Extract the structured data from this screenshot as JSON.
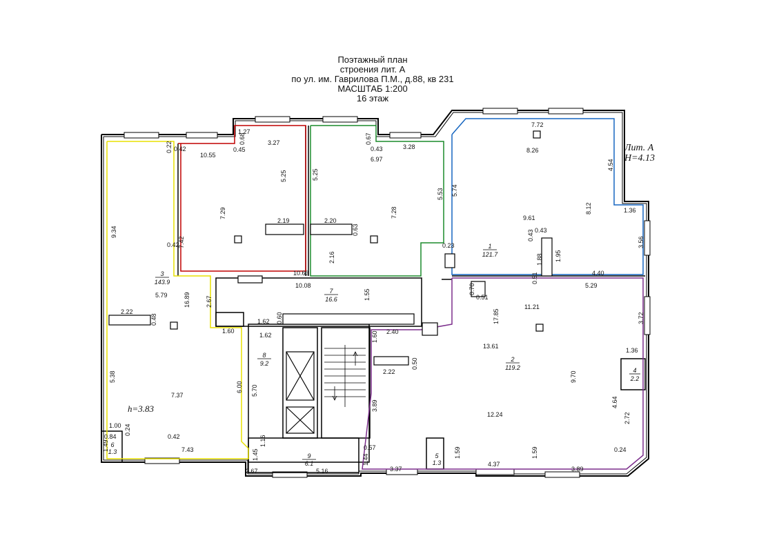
{
  "title": {
    "line1": "Поэтажный план",
    "line2": "строения лит. А",
    "line3": "по  ул. им. Гаврилова П.М., д.88, кв 231",
    "line4": "МАСШТАБ   1:200",
    "line5": "16 этаж"
  },
  "building_label": {
    "line1": "Лит. А",
    "line2": "H=4.13"
  },
  "height_note": "h=3.83",
  "colors": {
    "red": "#c00000",
    "green": "#1a8a2a",
    "blue": "#1565c0",
    "purple": "#7b2d8b",
    "yellow": "#e8e000",
    "wall": "#000000"
  },
  "rooms": [
    {
      "num": "1",
      "area": "121.7"
    },
    {
      "num": "2",
      "area": "119.2"
    },
    {
      "num": "3",
      "area": "143.9"
    },
    {
      "num": "4",
      "area": "2.2"
    },
    {
      "num": "5",
      "area": "1.3"
    },
    {
      "num": "6",
      "area": "1.3"
    },
    {
      "num": "7",
      "area": "16.6"
    },
    {
      "num": "8",
      "area": "9.2"
    },
    {
      "num": "9",
      "area": "6.1"
    }
  ],
  "dims": {
    "d1": "1.27",
    "d2": "3.27",
    "d3": "0.68",
    "d4": "0.45",
    "d5": "10.55",
    "d6": "0.22",
    "d7": "0.42",
    "d8": "5.25",
    "d9": "5.25",
    "d10": "7.29",
    "d11": "2.19",
    "d12": "2.20",
    "d13": "0.67",
    "d14": "0.43",
    "d15": "3.28",
    "d16": "6.97",
    "d17": "7.28",
    "d18": "0.63",
    "d19": "5.53",
    "d20": "5.74",
    "d21": "7.72",
    "d22": "8.26",
    "d23": "4.54",
    "d24": "9.61",
    "d25": "8.12",
    "d26": "1.36",
    "d27": "3.56",
    "d28": "0.43",
    "d29": "0.43",
    "d30": "1.88",
    "d31": "1.95",
    "d32": "4.40",
    "d33": "0.23",
    "d34": "2.16",
    "d35": "9.34",
    "d36": "0.42",
    "d37": "7.42",
    "d38": "10.63",
    "d39": "10.08",
    "d40": "1.55",
    "d41": "5.79",
    "d42": "16.89",
    "d43": "2.67",
    "d44": "2.22",
    "d45": "0.48",
    "d46": "1.62",
    "d47": "0.60",
    "d48": "1.62",
    "d49": "1.60",
    "d50": "1.60",
    "d51": "2.40",
    "d52": "0.70",
    "d53": "0.51",
    "d54": "0.51",
    "d55": "5.29",
    "d56": "11.21",
    "d57": "17.85",
    "d58": "3.72",
    "d59": "13.61",
    "d60": "2.22",
    "d61": "0.50",
    "d62": "5.38",
    "d63": "6.00",
    "d64": "5.70",
    "d65": "7.37",
    "d66": "9.70",
    "d67": "1.36",
    "d68": "3.89",
    "d69": "4.64",
    "d70": "2.72",
    "d71": "12.24",
    "d72": "1.00",
    "d73": "0.84",
    "d74": "0.24",
    "d75": "0.42",
    "d76": "1.49",
    "d77": "1.16",
    "d78": "7.43",
    "d79": "1.45",
    "d80": "2.67",
    "d81": "5.16",
    "d82": "0.57",
    "d83": "1.44",
    "d84": "3.37",
    "d85": "1.59",
    "d86": "4.37",
    "d87": "1.59",
    "d88": "3.89",
    "d89": "0.24"
  }
}
